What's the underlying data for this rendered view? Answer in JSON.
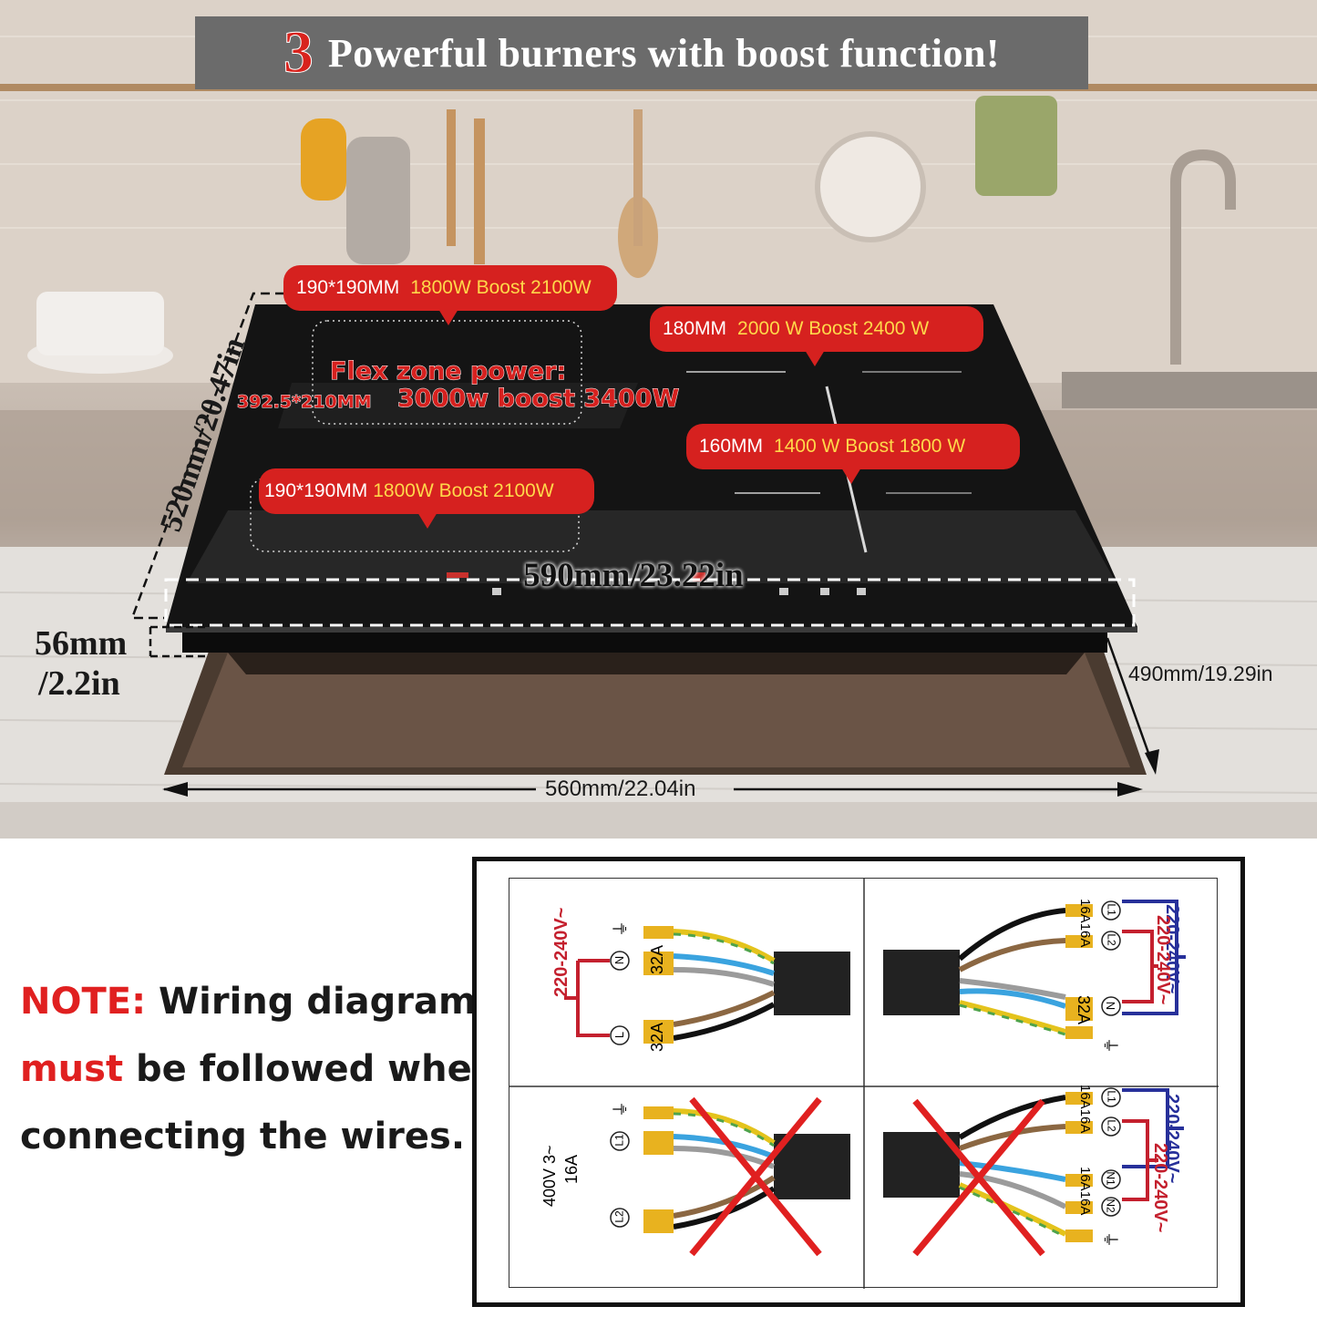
{
  "banner": {
    "number": "3",
    "text": "Powerful burners with boost function!"
  },
  "burners": {
    "top_left": {
      "size": "190*190MM",
      "power": "1800W Boost  2100W"
    },
    "top_right": {
      "size": "180MM",
      "power": "2000 W Boost 2400 W"
    },
    "middle_right": {
      "size": "160MM",
      "power": "1400 W Boost 1800 W"
    },
    "bottom_left": {
      "size": "190*190MM",
      "power": "1800W Boost  2100W"
    },
    "flex_zone": {
      "title": "Flex zone power:",
      "size": "392.5*210MM",
      "power": "3000w boost 3400W"
    }
  },
  "dimensions": {
    "depth": "520mm/20.47in",
    "width": "590mm/23.22in",
    "height_top": "56mm",
    "height_bottom": "/2.2in",
    "cutout_depth": "490mm/19.29in",
    "cutout_width": "560mm/22.04in"
  },
  "note": {
    "label": "NOTE:",
    "line1_rest": " Wiring diagram",
    "must": "must",
    "line2_rest": " be followed when",
    "line3": "connecting the wires."
  },
  "wiring": {
    "panel_tl": {
      "voltage": "220-240V~",
      "terminals": [
        "⏚",
        "N",
        "L"
      ],
      "rating_top": "32A",
      "rating_bottom": "32A"
    },
    "panel_tr": {
      "voltage_outer": "220-240V~",
      "voltage_inner": "220-240V~",
      "terminals": [
        "L1",
        "L2",
        "N",
        "⏚"
      ],
      "ratings_top": "16A16A",
      "rating_bottom": "32A"
    },
    "panel_bl": {
      "voltage": "400V 3~",
      "current": "16A",
      "terminals": [
        "⏚",
        "L1",
        "L2"
      ]
    },
    "panel_br": {
      "voltage_outer": "220-240V~",
      "voltage_inner": "220-240V~",
      "terminals": [
        "L1",
        "L2",
        "N1",
        "N2",
        "⏚"
      ],
      "ratings_top": "16A16A",
      "ratings_bottom": "16A16A"
    }
  },
  "colors": {
    "accent_red": "#d6211f",
    "highlight_yellow": "#ffd84a",
    "wire_blue": "#27309a",
    "wire_red": "#c4202e"
  }
}
